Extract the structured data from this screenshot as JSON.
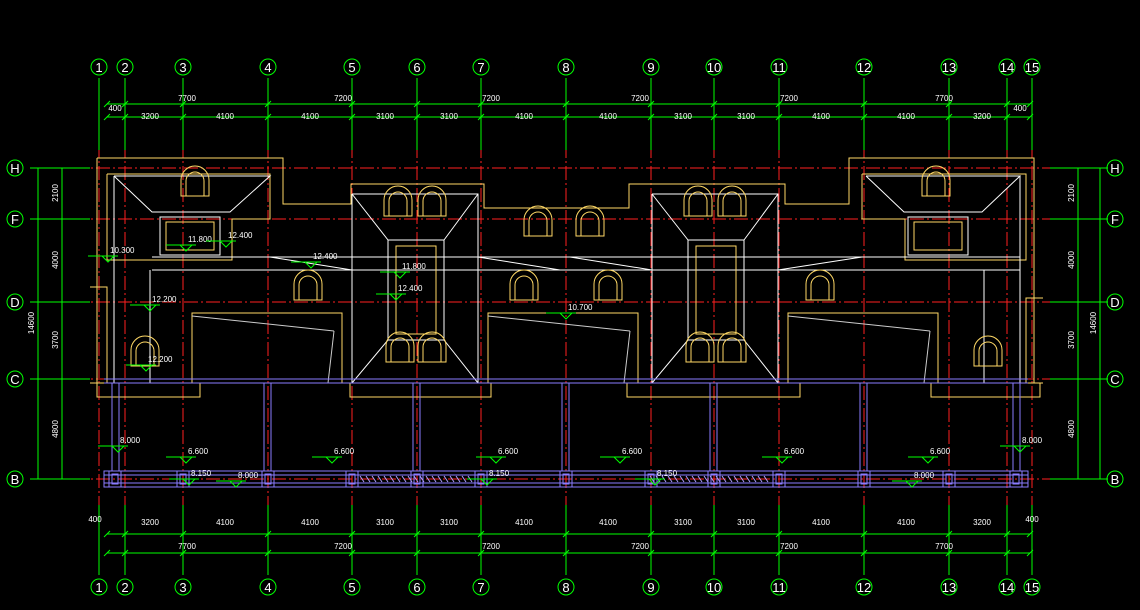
{
  "colors": {
    "background": "#000000",
    "axis": "#ff2020",
    "dimension": "#00ff00",
    "wall": "#ffd966",
    "roof": "#ffffff",
    "structure": "#8a7cff",
    "level_symbol": "#00ff00"
  },
  "axes_vertical": [
    "1",
    "2",
    "3",
    "4",
    "5",
    "6",
    "7",
    "8",
    "9",
    "10",
    "11",
    "12",
    "13",
    "14",
    "15"
  ],
  "axes_horizontal": [
    "H",
    "F",
    "D",
    "C",
    "B"
  ],
  "dims_top_overall": [
    "7700",
    "7200",
    "7200",
    "7200",
    "7200",
    "7700"
  ],
  "dims_top_detail": [
    "400",
    "3200",
    "4100",
    "4100",
    "3100",
    "3100",
    "4100",
    "4100",
    "3100",
    "3100",
    "4100",
    "4100",
    "3200",
    "400"
  ],
  "dims_bottom_detail": [
    "400",
    "3200",
    "4100",
    "4100",
    "3100",
    "3100",
    "4100",
    "4100",
    "3100",
    "3100",
    "4100",
    "4100",
    "3200",
    "400"
  ],
  "dims_bottom_overall": [
    "7700",
    "7200",
    "7200",
    "7200",
    "7200",
    "7700"
  ],
  "dims_side_segments": [
    "2100",
    "4000",
    "3700",
    "4800"
  ],
  "dims_side_total": "14600",
  "elevations": [
    "10.300",
    "11.800",
    "12.400",
    "12.400",
    "11.800",
    "12.400",
    "12.200",
    "12.200",
    "10.700",
    "8.000",
    "6.600",
    "8.150",
    "8.000",
    "6.600",
    "6.600",
    "8.150",
    "6.600",
    "8.150",
    "6.600",
    "8.000",
    "6.600",
    "8.000"
  ]
}
